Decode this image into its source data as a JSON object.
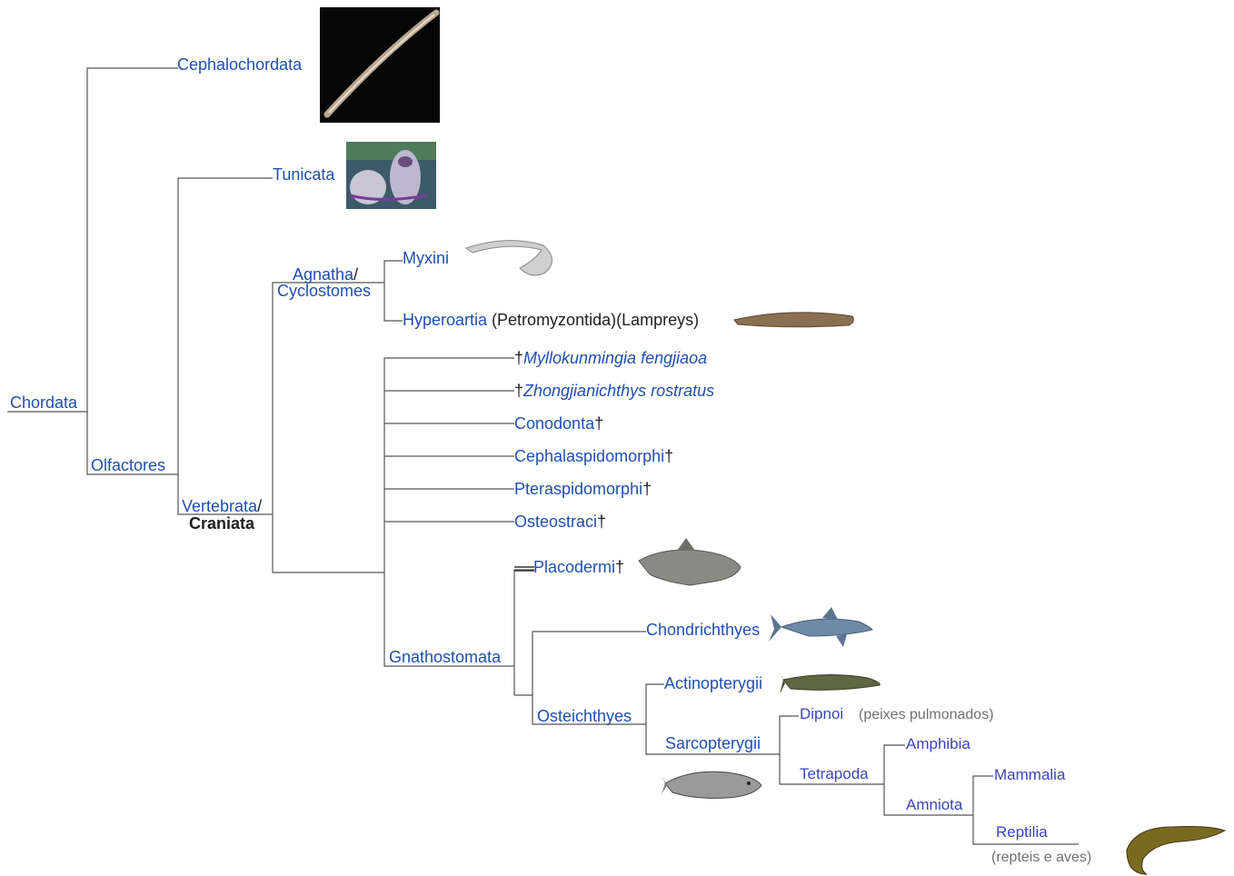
{
  "colors": {
    "link": "#1f4fb0",
    "tetrapod_link": "#3a45b8",
    "text": "#202020",
    "note": "#707070",
    "line": "#555555"
  },
  "taxa": {
    "chordata": "Chordata",
    "cephalochordata": "Cephalochordata",
    "olfactores": "Olfactores",
    "tunicata": "Tunicata",
    "vertebrata": "Vertebrata",
    "slash": "/",
    "craniata": "Craniata",
    "agnatha": "Agnatha",
    "cyclostomes": "Cyclostomes",
    "myxini": "Myxini",
    "hyperoartia": "Hyperoartia",
    "hyperoartia_note": " (Petromyzontida)(Lampreys)",
    "dagger": "†",
    "myllokunmingia": "Myllokunmingia fengjiaoa",
    "zhongjianichthys": "Zhongjianichthys rostratus",
    "conodonta": "Conodonta",
    "cephalaspidomorphi": "Cephalaspidomorphi",
    "pteraspidomorphi": "Pteraspidomorphi",
    "osteostraci": "Osteostraci",
    "gnathostomata": "Gnathostomata",
    "placodermi": "Placodermi",
    "chondrichthyes": "Chondrichthyes",
    "osteichthyes": "Osteichthyes",
    "actinopterygii": "Actinopterygii",
    "sarcopterygii": "Sarcopterygii",
    "dipnoi": "Dipnoi",
    "dipnoi_note": "(peixes pulmonados)",
    "tetrapoda": "Tetrapoda",
    "amphibia": "Amphibia",
    "amniota": "Amniota",
    "mammalia": "Mammalia",
    "reptilia": "Reptilia",
    "reptilia_note": "(repteis e aves)"
  },
  "illustrations": [
    "lancelet-photo",
    "tunicate-photo",
    "hagfish-drawing",
    "lamprey-drawing",
    "placoderm-drawing",
    "shark-drawing",
    "sturgeon-drawing",
    "coelacanth-drawing",
    "crocodile-drawing"
  ]
}
